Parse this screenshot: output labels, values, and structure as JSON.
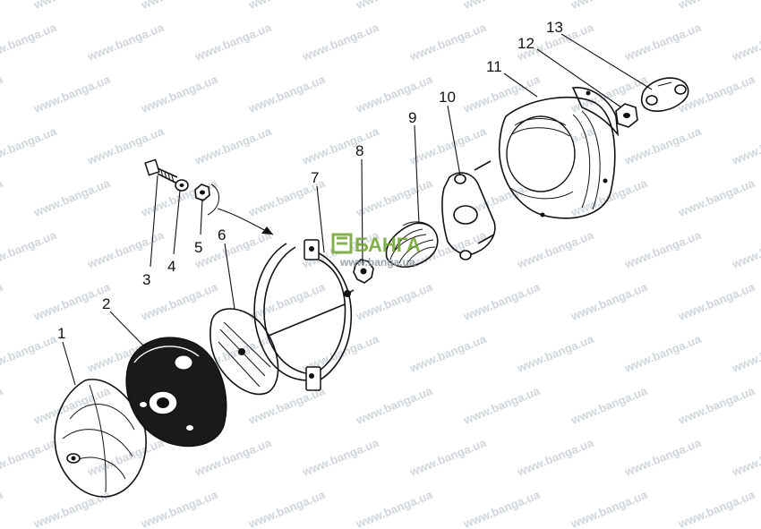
{
  "diagram": {
    "callouts": [
      "1",
      "2",
      "3",
      "4",
      "5",
      "6",
      "7",
      "8",
      "9",
      "10",
      "11",
      "12",
      "13"
    ],
    "watermark_text": "www.banga.ua",
    "logo": {
      "brand": "БАНГА",
      "url": "www.banga.ua",
      "colors": {
        "green": "#6fa32e",
        "gray": "#8c959c"
      }
    },
    "colors": {
      "ink": "#111111",
      "watermark": "#cfd6dc",
      "background": "#ffffff"
    }
  }
}
